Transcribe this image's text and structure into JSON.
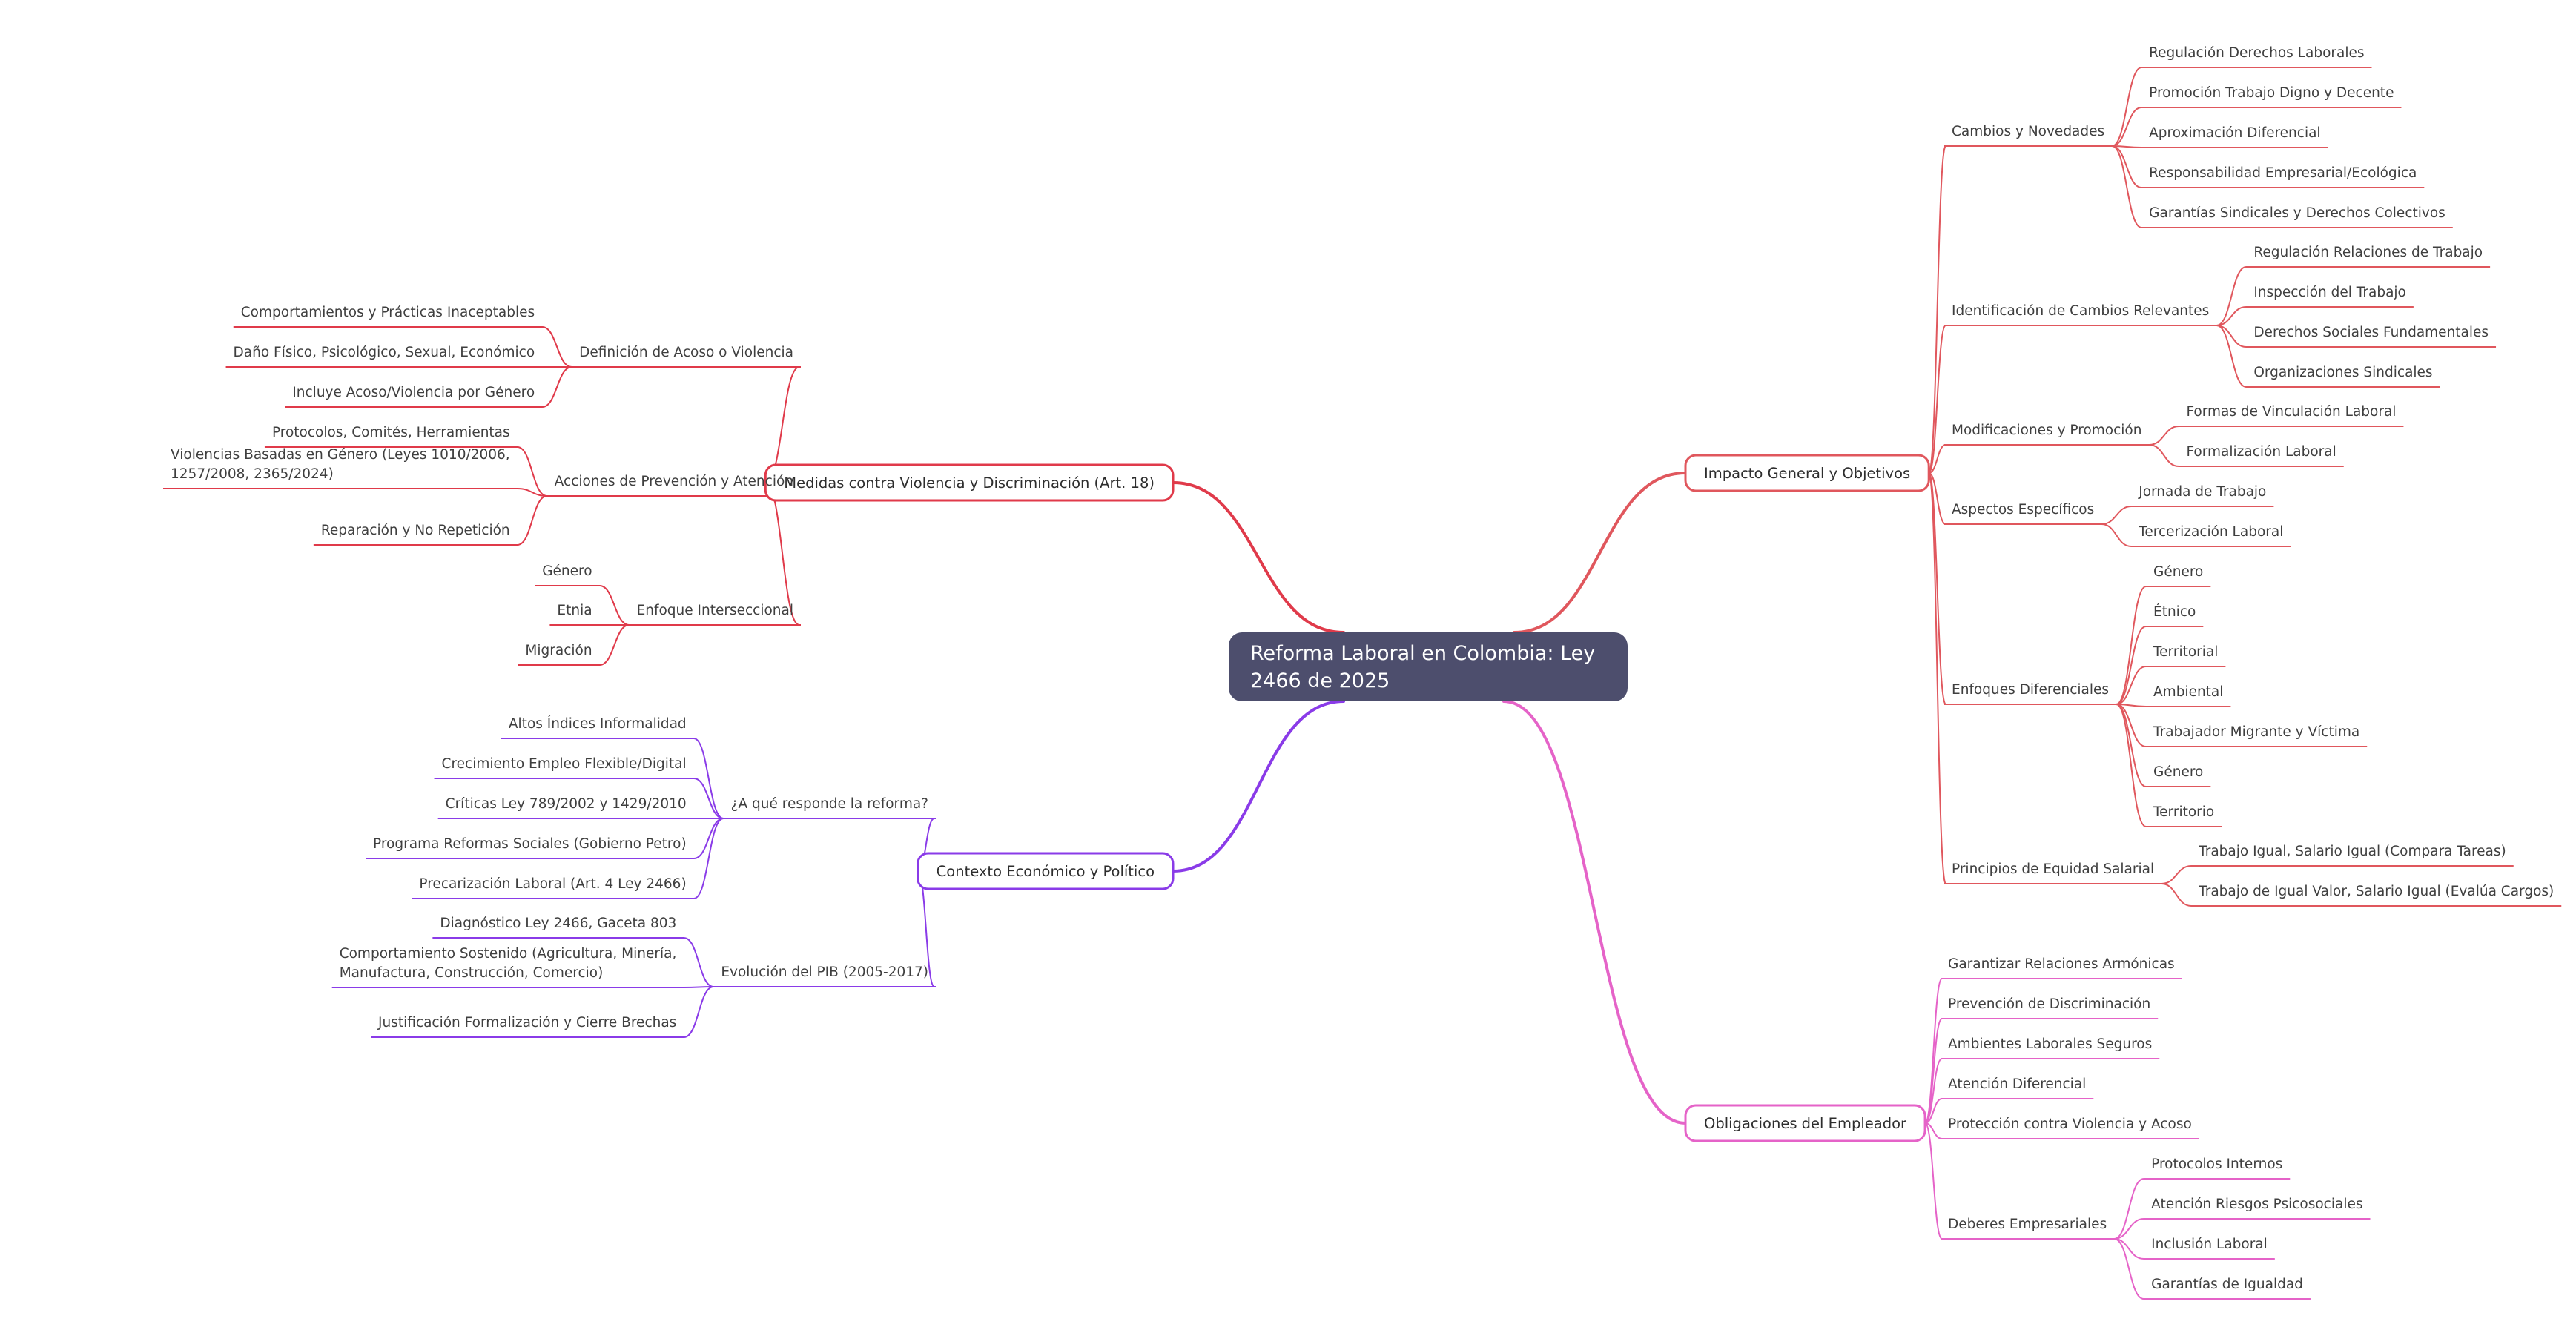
{
  "root": {
    "lines": [
      "Reforma Laboral en Colombia: Ley",
      "2466 de 2025"
    ]
  },
  "branches": [
    {
      "id": "impacto",
      "label": "Impacto General y Objetivos",
      "color": "#e0575d",
      "children": [
        {
          "label": "Cambios y Novedades",
          "children": [
            {
              "label": "Regulación Derechos Laborales"
            },
            {
              "label": "Promoción Trabajo Digno y Decente"
            },
            {
              "label": "Aproximación Diferencial"
            },
            {
              "label": "Responsabilidad Empresarial/Ecológica"
            },
            {
              "label": "Garantías Sindicales y Derechos Colectivos"
            }
          ]
        },
        {
          "label": "Identificación de Cambios Relevantes",
          "children": [
            {
              "label": "Regulación Relaciones de Trabajo"
            },
            {
              "label": "Inspección del Trabajo"
            },
            {
              "label": "Derechos Sociales Fundamentales"
            },
            {
              "label": "Organizaciones Sindicales"
            }
          ]
        },
        {
          "label": "Modificaciones y Promoción",
          "children": [
            {
              "label": "Formas de Vinculación Laboral"
            },
            {
              "label": "Formalización Laboral"
            }
          ]
        },
        {
          "label": "Aspectos Específicos",
          "children": [
            {
              "label": "Jornada de Trabajo"
            },
            {
              "label": "Tercerización Laboral"
            }
          ]
        },
        {
          "label": "Enfoques Diferenciales",
          "children": [
            {
              "label": "Género"
            },
            {
              "label": "Étnico"
            },
            {
              "label": "Territorial"
            },
            {
              "label": "Ambiental"
            },
            {
              "label": "Trabajador Migrante y Víctima"
            },
            {
              "label": "Género"
            },
            {
              "label": "Territorio"
            }
          ]
        },
        {
          "label": "Principios de Equidad Salarial",
          "children": [
            {
              "label": "Trabajo Igual, Salario Igual (Compara Tareas)"
            },
            {
              "label": "Trabajo de Igual Valor, Salario Igual (Evalúa Cargos)"
            }
          ]
        }
      ]
    },
    {
      "id": "obligaciones",
      "label": "Obligaciones del Empleador",
      "color": "#e563c8",
      "children": [
        {
          "label": "Garantizar Relaciones Armónicas"
        },
        {
          "label": "Prevención de Discriminación"
        },
        {
          "label": "Ambientes Laborales Seguros"
        },
        {
          "label": "Atención Diferencial"
        },
        {
          "label": "Protección contra Violencia y Acoso"
        },
        {
          "label": "Deberes Empresariales",
          "children": [
            {
              "label": "Protocolos Internos"
            },
            {
              "label": "Atención Riesgos Psicosociales"
            },
            {
              "label": "Inclusión Laboral"
            },
            {
              "label": "Garantías de Igualdad"
            }
          ]
        }
      ]
    },
    {
      "id": "medidas",
      "label": "Medidas contra Violencia y Discriminación (Art. 18)",
      "color": "#e03a4a",
      "children": [
        {
          "label": "Definición de Acoso o Violencia",
          "children": [
            {
              "label": "Comportamientos y Prácticas Inaceptables"
            },
            {
              "label": "Daño Físico, Psicológico, Sexual, Económico"
            },
            {
              "label": "Incluye Acoso/Violencia por Género"
            }
          ]
        },
        {
          "label": "Acciones de Prevención y Atención",
          "children": [
            {
              "label": "Protocolos, Comités, Herramientas"
            },
            {
              "label": "Violencias Basadas en Género (Leyes 1010/2006, 1257/2008, 2365/2024)"
            },
            {
              "label": "Reparación y No Repetición"
            }
          ]
        },
        {
          "label": "Enfoque Interseccional",
          "children": [
            {
              "label": "Género"
            },
            {
              "label": "Etnia"
            },
            {
              "label": "Migración"
            }
          ]
        }
      ]
    },
    {
      "id": "contexto",
      "label": "Contexto Económico y Político",
      "color": "#8a3be8",
      "children": [
        {
          "label": "¿A qué responde la reforma?",
          "children": [
            {
              "label": "Altos Índices Informalidad"
            },
            {
              "label": "Crecimiento Empleo Flexible/Digital"
            },
            {
              "label": "Críticas Ley 789/2002 y 1429/2010"
            },
            {
              "label": "Programa Reformas Sociales (Gobierno Petro)"
            },
            {
              "label": "Precarización Laboral (Art. 4 Ley 2466)"
            }
          ]
        },
        {
          "label": "Evolución del PIB (2005-2017)",
          "children": [
            {
              "label": "Diagnóstico Ley 2466, Gaceta 803"
            },
            {
              "label": "Comportamiento Sostenido (Agricultura, Minería, Manufactura, Construcción, Comercio)"
            },
            {
              "label": "Justificación Formalización y Cierre Brechas"
            }
          ]
        }
      ]
    }
  ]
}
